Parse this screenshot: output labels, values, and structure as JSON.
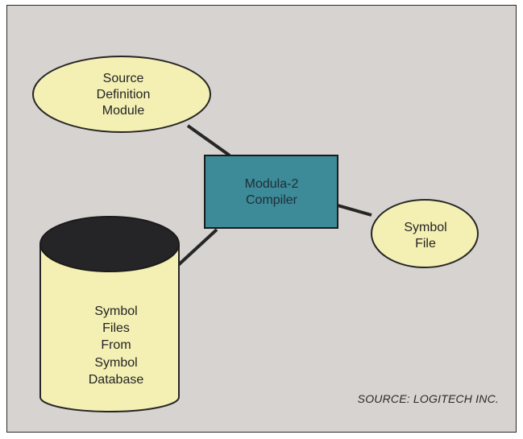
{
  "diagram": {
    "nodes": {
      "source_definition_module": {
        "label": "Source\nDefinition\nModule",
        "shape": "ellipse"
      },
      "compiler": {
        "label": "Modula-2\nCompiler",
        "shape": "rectangle"
      },
      "symbol_file": {
        "label": "Symbol\nFile",
        "shape": "ellipse"
      },
      "symbol_database": {
        "label": "Symbol\nFiles\nFrom\nSymbol\nDatabase",
        "shape": "cylinder"
      }
    },
    "edges": [
      {
        "from": "source_definition_module",
        "to": "compiler"
      },
      {
        "from": "compiler",
        "to": "symbol_file"
      },
      {
        "from": "symbol_database",
        "to": "compiler"
      }
    ],
    "caption": "SOURCE: LOGITECH INC."
  },
  "colors": {
    "background": "#d6d3d0",
    "ellipse_fill": "#f4f0b4",
    "compiler_fill": "#3d8a98",
    "cylinder_top": "#252528",
    "outline": "#262626"
  }
}
